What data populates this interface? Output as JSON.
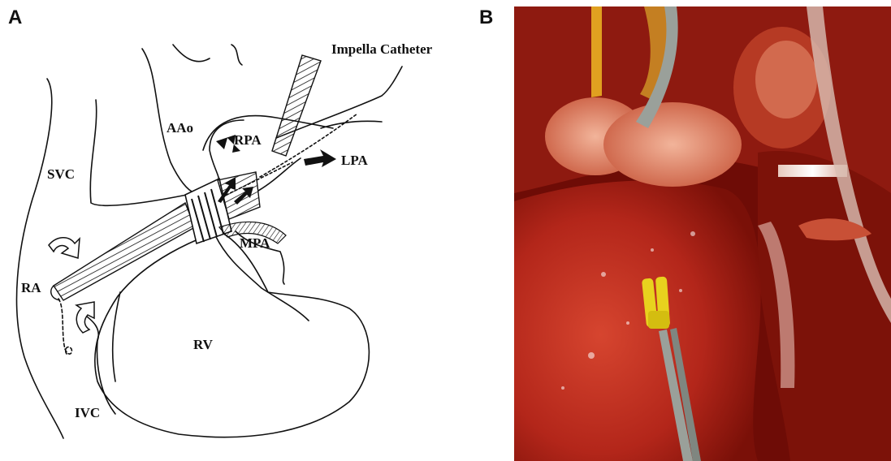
{
  "panels": {
    "a": {
      "letter": "A",
      "labels": {
        "catheter": "Impella Catheter",
        "aao": "AAo",
        "rpa": "RPA",
        "lpa": "LPA",
        "svc": "SVC",
        "mpa": "MPA",
        "ra": "RA",
        "rv": "RV",
        "ivc": "IVC"
      }
    },
    "b": {
      "letter": "B"
    }
  },
  "colors": {
    "ink": "#111111",
    "tissue_dark": "#7a1008",
    "tissue": "#b8261a",
    "tissue_light": "#e89a7a",
    "clamp_yellow": "#e8d21e",
    "metal": "#9aa09a"
  }
}
